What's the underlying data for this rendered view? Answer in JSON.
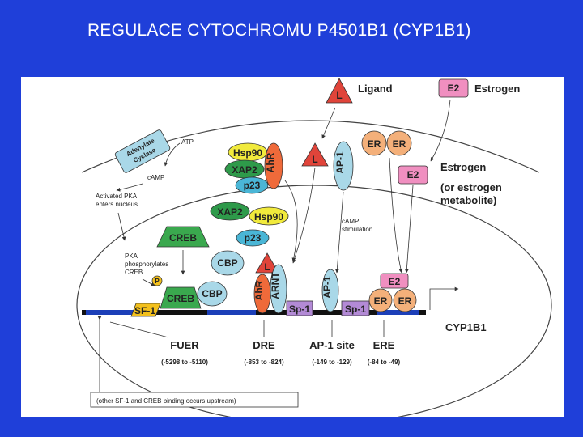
{
  "slide": {
    "title": "REGULACE CYTOCHROMU P4501B1 (CYP1B1)"
  },
  "diagram": {
    "ligand_label": "Ligand",
    "ligand_symbol": "L",
    "estrogen_label": "Estrogen",
    "e2": "E2",
    "estrogen_side_label": "Estrogen",
    "estrogen_note_1": "(or estrogen",
    "estrogen_note_2": "metabolite)",
    "adenylate_cyclase_1": "Adenylate",
    "adenylate_cyclase_2": "Cyclase",
    "atp": "ATP",
    "camp": "cAMP",
    "pka_enters_1": "Activated PKA",
    "pka_enters_2": "enters nucleus",
    "pka_phos_1": "PKA",
    "pka_phos_2": "phosphorylates",
    "pka_phos_3": "CREB",
    "camp_stim_1": "cAMP",
    "camp_stim_2": "stimulation",
    "hsp90": "Hsp90",
    "xap2": "XAP2",
    "p23": "p23",
    "ahr": "AhR",
    "arnt": "ARNT",
    "ap1": "AP-1",
    "er": "ER",
    "creb": "CREB",
    "cbp": "CBP",
    "sf1": "SF-1",
    "sp1": "Sp-1",
    "p": "P",
    "gene": "CYP1B1",
    "elements": [
      {
        "name": "FUER",
        "range": "(-5298 to -5110)"
      },
      {
        "name": "DRE",
        "range": "(-853 to -824)"
      },
      {
        "name": "AP-1 site",
        "range": "(-149 to -129)"
      },
      {
        "name": "ERE",
        "range": "(-84 to -49)"
      }
    ],
    "note": "(other SF-1 and CREB binding occurs upstream)"
  },
  "colors": {
    "background": "#1f3fd9",
    "ligand": "#e0443a",
    "e2": "#f08fc0",
    "er": "#f4b07a",
    "hsp90": "#f1ea3c",
    "xap2": "#2e9a4a",
    "p23": "#4ab6d6",
    "ahr": "#ef6a3a",
    "light_blue": "#a9d8e8",
    "creb": "#3aa84e",
    "sf1": "#f3c01c",
    "sp1": "#b38ad6",
    "dna": "#1c3fb8"
  }
}
